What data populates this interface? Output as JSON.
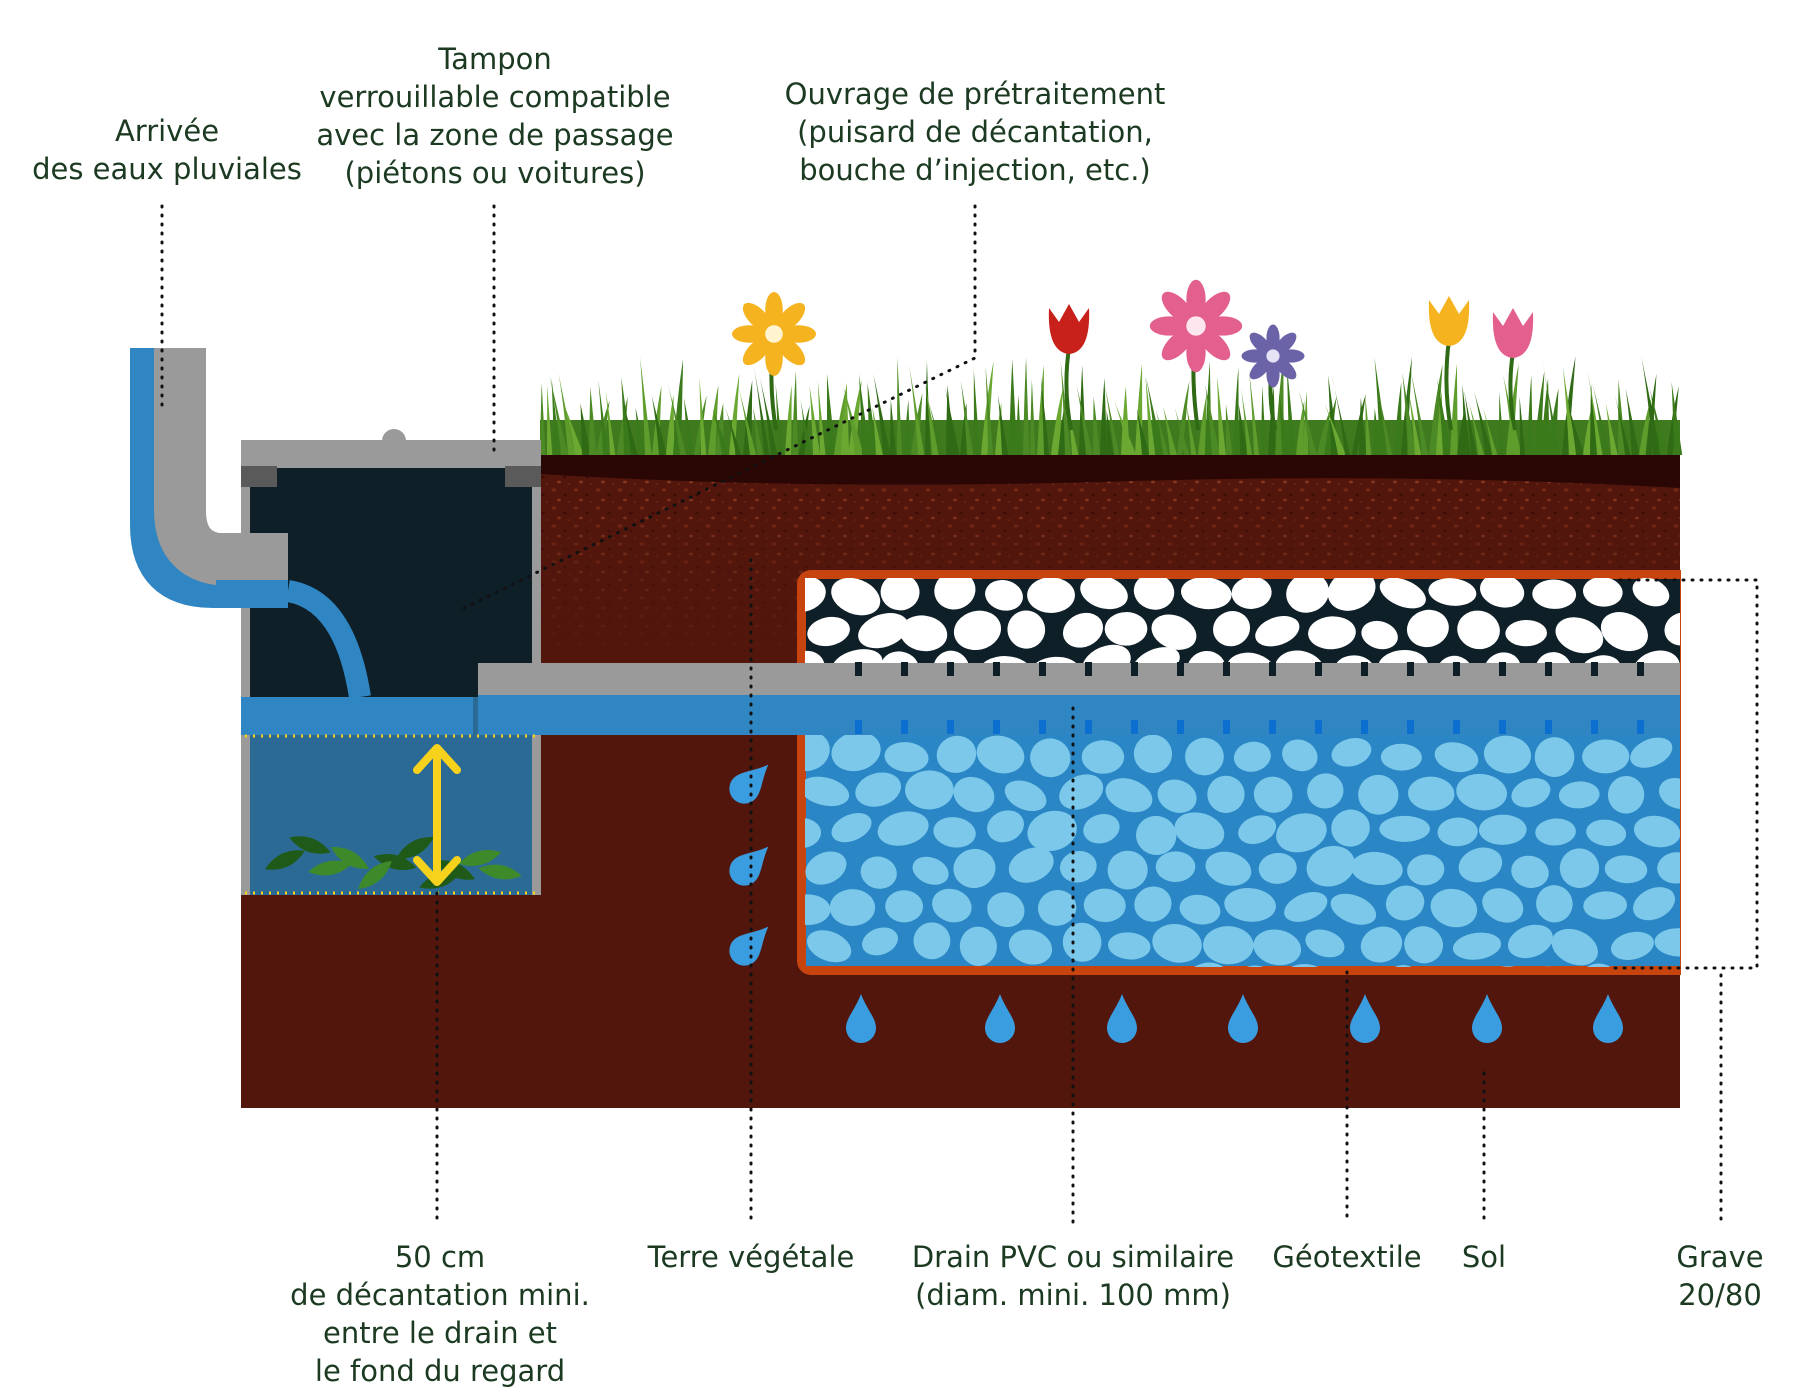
{
  "colors": {
    "soil": "#52160c",
    "topsoil_dark": "#2a0705",
    "grass": "#3f7a1e",
    "concrete": "#9a9a9a",
    "chamber": "#0e1f28",
    "water": "#2f86c2",
    "water_light": "#7bc8ea",
    "geotextile": "#c8440e",
    "label_text": "#1c3a22",
    "arrow": "#f7d21c"
  },
  "labels": {
    "rain_inlet": [
      "Arrivée",
      "des eaux pluviales"
    ],
    "lid": [
      "Tampon",
      "verrouillable compatible",
      "avec la zone de passage",
      "(piétons ou voitures)"
    ],
    "pretreatment": [
      "Ouvrage de prétraitement",
      "(puisard de décantation,",
      "bouche d’injection, etc.)"
    ],
    "settling": [
      "50 cm",
      "de décantation mini.",
      "entre le drain et",
      "le fond du regard"
    ],
    "topsoil": [
      "Terre végétale"
    ],
    "drain": [
      "Drain PVC ou similaire",
      "(diam. mini. 100 mm)"
    ],
    "geotextile": [
      "Géotextile"
    ],
    "ground": [
      "Sol"
    ],
    "gravel": [
      "Grave",
      "20/80"
    ]
  },
  "icons": {
    "flowers": [
      "daisy-icon",
      "tulip-icon",
      "daisy-icon",
      "daisy-icon",
      "tulip-icon",
      "tulip-icon"
    ],
    "droplets": "water-drop-icon",
    "leaves": "leaf-icon",
    "arrow": "double-arrow-icon"
  }
}
